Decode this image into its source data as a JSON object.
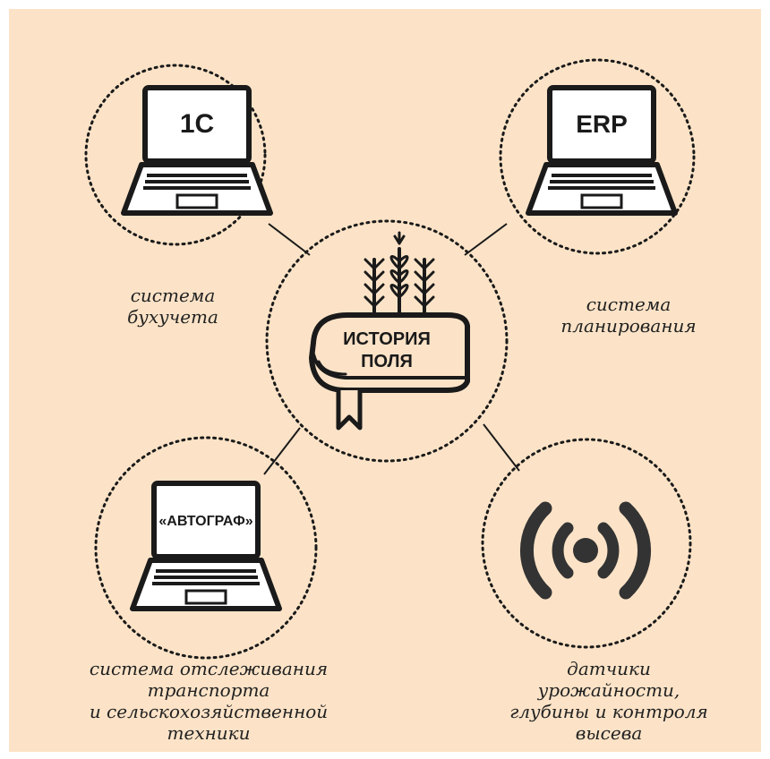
{
  "colors": {
    "background": "#fce3c7",
    "stroke": "#1a1a1a",
    "screen": "#ffffff"
  },
  "center": {
    "title_line1": "ИСТОРИЯ",
    "title_line2": "ПОЛЯ",
    "icon": "book-with-wheat-icon"
  },
  "nodes": {
    "accounting": {
      "screen_label": "1С",
      "icon": "laptop-icon",
      "caption": [
        "система",
        "бухучета"
      ]
    },
    "planning": {
      "screen_label": "ERP",
      "icon": "laptop-icon",
      "caption": [
        "система",
        "планирования"
      ]
    },
    "tracking": {
      "screen_label": "«АВТОГРАФ»",
      "icon": "laptop-icon",
      "caption": [
        "система отслеживания",
        "транспорта",
        "и сельскохозяйственной",
        "техники"
      ]
    },
    "sensors": {
      "icon": "wireless-signal-icon",
      "caption": [
        "датчики",
        "урожайности,",
        "глубины и контроля",
        "высева"
      ]
    }
  }
}
